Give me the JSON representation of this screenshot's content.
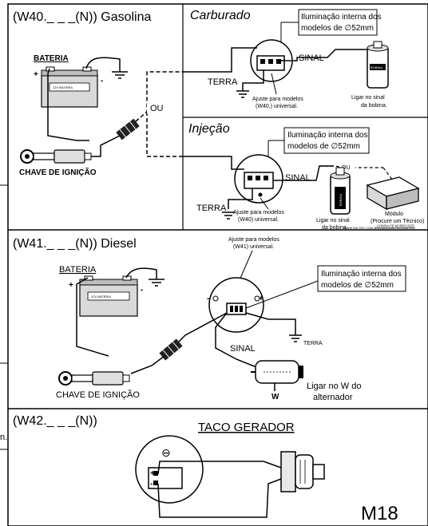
{
  "sections": {
    "w40": {
      "title": "(W40._ _ _(N)) Gasolina",
      "battery_label": "BATERIA",
      "battery_plate": "12V BATERIA",
      "ignition_label": "CHAVE DE IGNIÇÃO",
      "or_label": "OU",
      "carb": {
        "title": "Carburado",
        "illumination": [
          "Iluminação interna dos",
          "modelos de ∅52mm"
        ],
        "signal": "SINAL",
        "ground": "TERRA",
        "adjust": [
          "Ajuste para modelos",
          "(W40.) universal."
        ],
        "coil": [
          "Ligar no sinal",
          "da bobina."
        ],
        "coil_tag": "BOBINA"
      },
      "inj": {
        "title": "Injeção",
        "illumination": [
          "Iluminação interna dos",
          "modelos de ∅52mm"
        ],
        "signal": "SINAL",
        "ground": "TERRA",
        "adjust": [
          "Ajuste para modelos",
          "(W40) universal."
        ],
        "coil": [
          "Ligar no sinal",
          "da bobina."
        ],
        "coil_tag": "BOBINA",
        "or_label": "OU",
        "module": [
          "Módulo",
          "(Procure um Técnico)"
        ],
        "consult": "CONSULTE NOSSO SITE",
        "site": "WWW.WILTEC.COM.BR/MANUAIS/TACÔMETRO"
      }
    },
    "w41": {
      "title": "(W41._ _ _(N)) Diesel",
      "adjust": [
        "Ajuste para modelos",
        "(W41) universal."
      ],
      "battery_label": "BATERIA",
      "battery_plate": "12V BATERIA",
      "illumination": [
        "Iluminação interna dos",
        "modelos de ∅52mm"
      ],
      "ground": "TERRA",
      "signal": "SINAL",
      "alternator": [
        "Ligar no W do",
        "alternador"
      ],
      "alternator_terminal": "W",
      "ignition_label": "CHAVE DE IGNIÇÃO"
    },
    "w42": {
      "title": "(W42._ _ _(N))",
      "generator": "TACO GERADOR",
      "gauge_symbol": "⊖"
    }
  },
  "edge_mark": "n.",
  "page_code": "M18"
}
